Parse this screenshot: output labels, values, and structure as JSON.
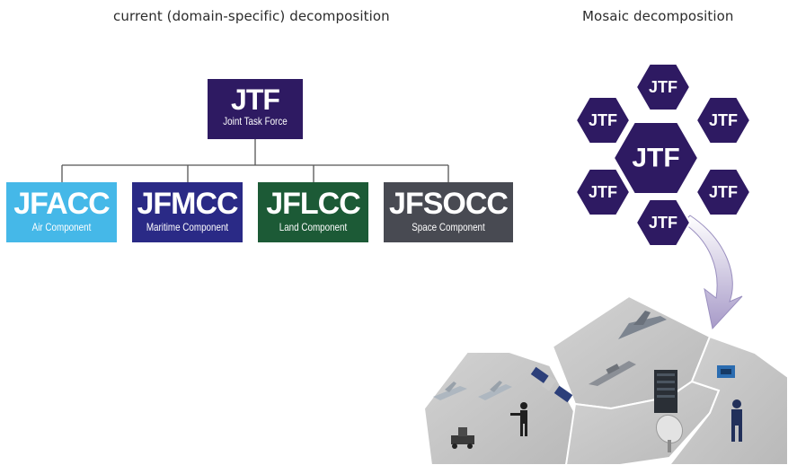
{
  "headings": {
    "left": "current (domain-specific) decomposition",
    "right": "Mosaic decomposition"
  },
  "hierarchy": {
    "root": {
      "abbr": "JTF",
      "full": "Joint Task Force",
      "color": "#2e1a62"
    },
    "components": [
      {
        "abbr": "JFACC",
        "full": "Air Component",
        "color": "#45b8e8"
      },
      {
        "abbr": "JFMCC",
        "full": "Maritime Component",
        "color": "#2a2a86"
      },
      {
        "abbr": "JFLCC",
        "full": "Land Component",
        "color": "#1c5a36"
      },
      {
        "abbr": "JFSOCC",
        "full": "Space Component",
        "color": "#484a52"
      }
    ]
  },
  "mosaic": {
    "center_label": "JTF",
    "satellite_labels": [
      "JTF",
      "JTF",
      "JTF",
      "JTF",
      "JTF",
      "JTF"
    ],
    "hex_color": "#2e1a62"
  },
  "assets": {
    "icons": [
      "aircraft-icon",
      "ship-icon",
      "server-rack-icon",
      "satellite-icon",
      "drone-icon",
      "drone-icon",
      "robot-vehicle-icon",
      "soldier-icon",
      "satellite-dish-icon",
      "person-icon",
      "sensor-icon"
    ]
  }
}
